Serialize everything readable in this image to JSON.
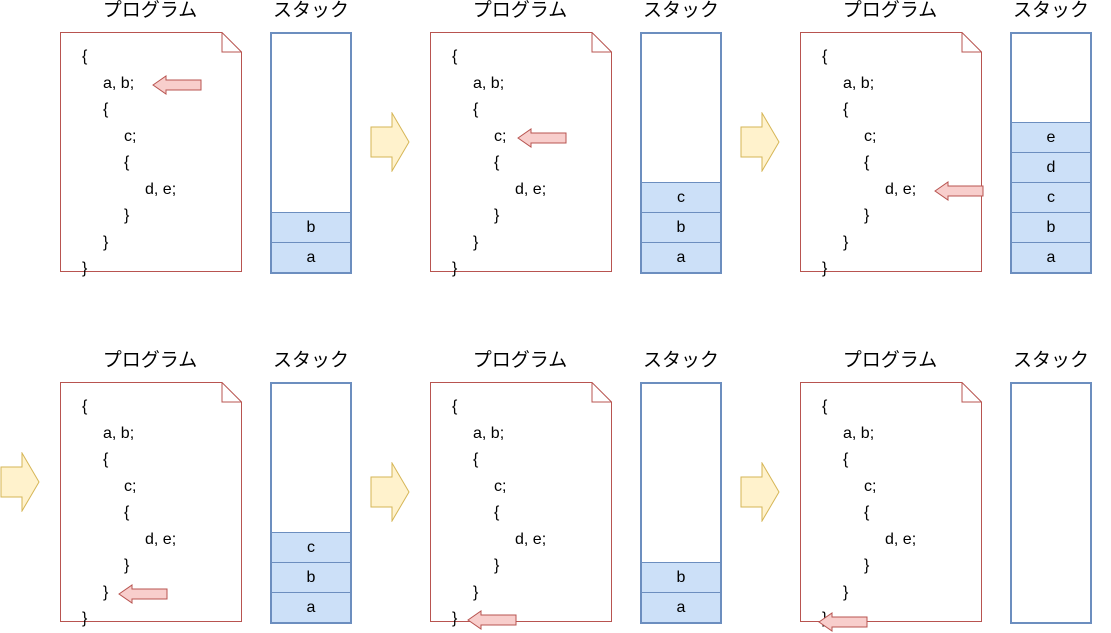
{
  "labels": {
    "program": "プログラム",
    "stack": "スタック"
  },
  "code": [
    "{",
    "a, b;",
    "{",
    "c;",
    "{",
    "d, e;",
    "}",
    "}",
    "}"
  ],
  "colors": {
    "doc_border": "#b85450",
    "stack_border": "#6c8ebf",
    "stack_fill": "#cce0f8",
    "pointer_fill": "#f8cecc",
    "pointer_stroke": "#b85450",
    "flow_fill": "#fff2cc",
    "flow_stroke": "#d6b656"
  },
  "panels": [
    {
      "stack": [
        "a",
        "b"
      ],
      "pointer_line": 1
    },
    {
      "stack": [
        "a",
        "b",
        "c"
      ],
      "pointer_line": 3
    },
    {
      "stack": [
        "a",
        "b",
        "c",
        "d",
        "e"
      ],
      "pointer_line": 5
    },
    {
      "stack": [
        "a",
        "b",
        "c"
      ],
      "pointer_line": 7
    },
    {
      "stack": [
        "a",
        "b"
      ],
      "pointer_line": 8
    },
    {
      "stack": [],
      "pointer_line": 9
    }
  ]
}
